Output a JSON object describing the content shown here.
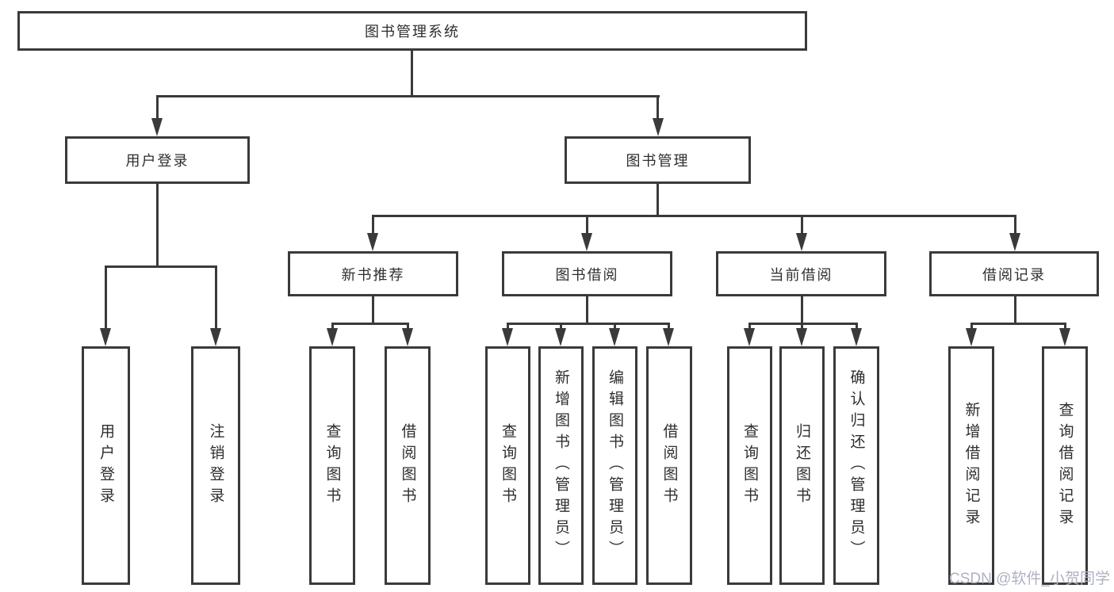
{
  "nodes": {
    "root": {
      "label": "图书管理系统"
    },
    "user_login": {
      "label": "用户登录",
      "children": {
        "login": {
          "label": "用户登录"
        },
        "logout": {
          "label": "注销登录"
        }
      }
    },
    "book_mgmt": {
      "label": "图书管理",
      "children": {
        "new_book_rec": {
          "label": "新书推荐",
          "children": {
            "query": {
              "label": "查询图书"
            },
            "borrow": {
              "label": "借阅图书"
            }
          }
        },
        "book_borrow": {
          "label": "图书借阅",
          "children": {
            "query": {
              "label": "查询图书"
            },
            "add": {
              "label": "新增图书（管理员）"
            },
            "edit": {
              "label": "编辑图书（管理员）"
            },
            "borrow": {
              "label": "借阅图书"
            }
          }
        },
        "current_borrow": {
          "label": "当前借阅",
          "children": {
            "query": {
              "label": "查询图书"
            },
            "return_book": {
              "label": "归还图书"
            },
            "confirm": {
              "label": "确认归还（管理员）"
            }
          }
        },
        "borrow_records": {
          "label": "借阅记录",
          "children": {
            "add": {
              "label": "新增借阅记录"
            },
            "query": {
              "label": "查询借阅记录"
            }
          }
        }
      }
    }
  },
  "watermark": {
    "text": "CSDN @软件_小贺同学"
  },
  "colors": {
    "line": "#3a3a3a",
    "text": "#2e2e2e",
    "watermark": "#aeb1c2"
  }
}
